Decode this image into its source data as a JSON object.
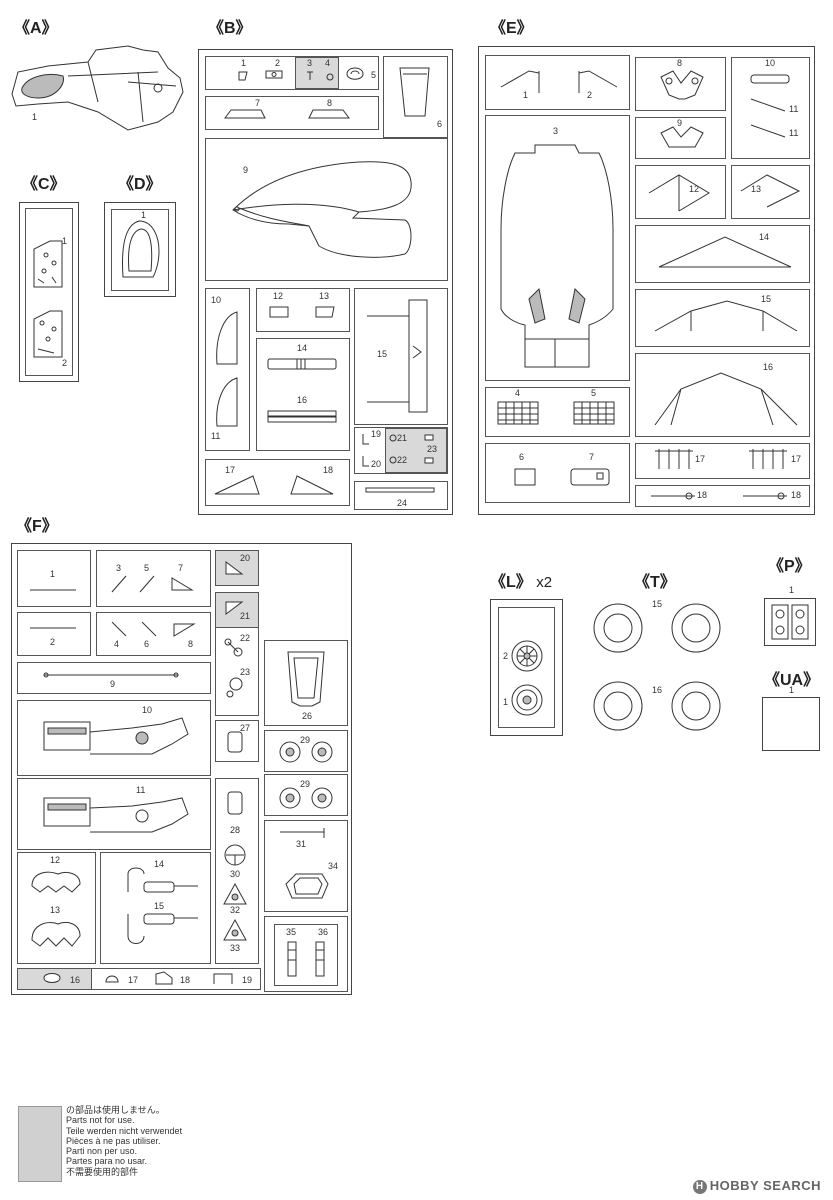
{
  "groups": {
    "A": "《A》",
    "B": "《B》",
    "C": "《C》",
    "D": "《D》",
    "E": "《E》",
    "F": "《F》",
    "L": "《L》",
    "L_mult": "x2",
    "T": "《T》",
    "P": "《P》",
    "UA": "《UA》"
  },
  "parts": {
    "A": [
      "1"
    ],
    "B": [
      "1",
      "2",
      "3",
      "4",
      "5",
      "6",
      "7",
      "8",
      "9",
      "10",
      "11",
      "12",
      "13",
      "14",
      "15",
      "16",
      "17",
      "18",
      "19",
      "20",
      "21",
      "22",
      "23",
      "24"
    ],
    "C": [
      "1",
      "2"
    ],
    "D": [
      "1"
    ],
    "E": [
      "1",
      "2",
      "3",
      "4",
      "5",
      "6",
      "7",
      "8",
      "9",
      "10",
      "11",
      "11",
      "12",
      "13",
      "14",
      "15",
      "16",
      "17",
      "17",
      "18",
      "18"
    ],
    "F": [
      "1",
      "2",
      "3",
      "4",
      "5",
      "6",
      "7",
      "8",
      "9",
      "10",
      "11",
      "12",
      "13",
      "14",
      "15",
      "16",
      "17",
      "18",
      "19",
      "20",
      "21",
      "22",
      "23",
      "26",
      "27",
      "29",
      "29",
      "28",
      "30",
      "31",
      "32",
      "33",
      "34",
      "35",
      "36"
    ],
    "L": [
      "2",
      "1"
    ],
    "T": [
      "15",
      "16"
    ],
    "P": [
      "1"
    ],
    "UA": [
      "1"
    ]
  },
  "legend": {
    "lines": [
      "の部品は使用しません。",
      "Parts not for use.",
      "Teile werden nicht verwendet",
      "Pièces à ne pas utiliser.",
      "Parti non per uso.",
      "Partes para no usar.",
      "不需要使用的部件"
    ]
  },
  "watermark": {
    "logo": "H",
    "text": "HOBBY SEARCH"
  }
}
